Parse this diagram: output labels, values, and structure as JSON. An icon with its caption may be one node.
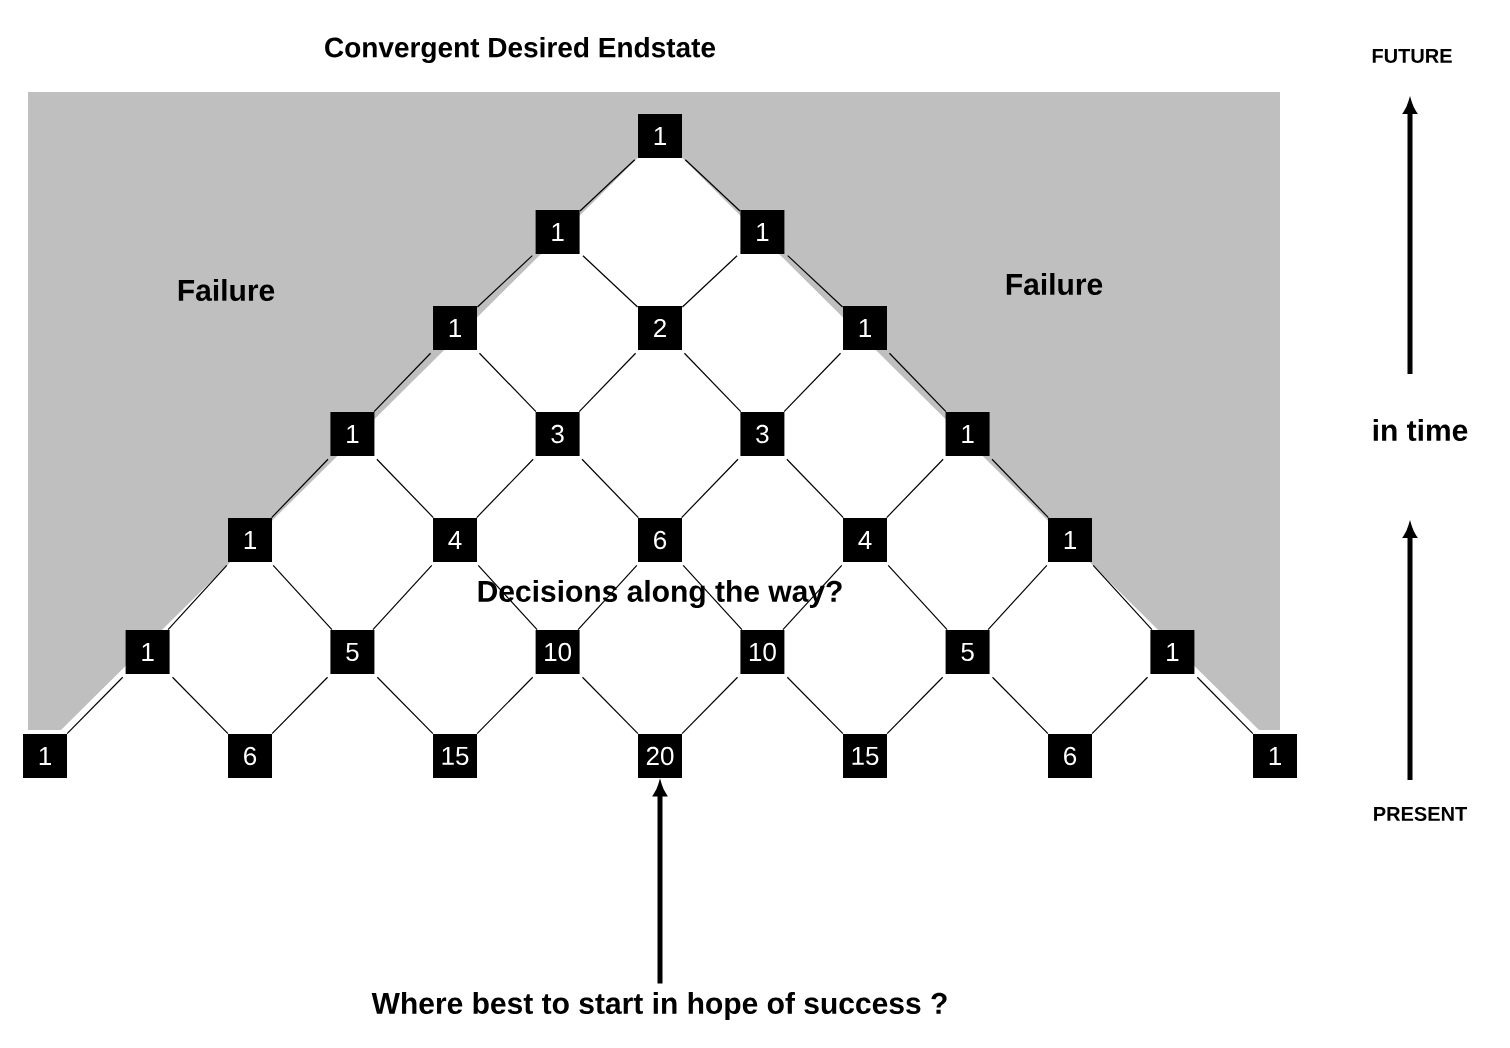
{
  "diagram": {
    "title": "Convergent Desired Endstate",
    "nodes": [
      {
        "text": [
          "1"
        ]
      },
      {
        "text": [
          "1"
        ]
      },
      {
        "text": [
          "1"
        ]
      },
      {
        "text": [
          "1"
        ]
      },
      {
        "text": [
          "2"
        ]
      },
      {
        "text": [
          "1"
        ]
      },
      {
        "text": [
          "1"
        ]
      },
      {
        "text": [
          "3"
        ]
      },
      {
        "text": [
          "3"
        ]
      },
      {
        "text": [
          "1"
        ]
      },
      {
        "text": [
          "1"
        ]
      },
      {
        "text": [
          "4"
        ]
      },
      {
        "text": [
          "6"
        ]
      },
      {
        "text": [
          "4"
        ]
      },
      {
        "text": [
          "1"
        ]
      },
      {
        "text": [
          "1"
        ]
      },
      {
        "text": [
          "5"
        ]
      },
      {
        "text": [
          "10"
        ]
      },
      {
        "text": [
          "10"
        ]
      },
      {
        "text": [
          "5"
        ]
      },
      {
        "text": [
          "1"
        ]
      },
      {
        "text": [
          "1"
        ]
      },
      {
        "text": [
          "6"
        ]
      },
      {
        "text": [
          "15"
        ]
      },
      {
        "text": [
          "20"
        ]
      },
      {
        "text": [
          "15"
        ]
      },
      {
        "text": [
          "6"
        ]
      },
      {
        "text": [
          "1"
        ]
      },
      {
        "text": [
          "Where best to start in hope of success ?"
        ]
      }
    ],
    "edges": [
      {
        "from": 0,
        "to": 1,
        "arrow": "none"
      },
      {
        "from": 0,
        "to": 2,
        "arrow": "none"
      },
      {
        "from": 1,
        "to": 3,
        "arrow": "none"
      },
      {
        "from": 1,
        "to": 4,
        "arrow": "none"
      },
      {
        "from": 2,
        "to": 4,
        "arrow": "none"
      },
      {
        "from": 2,
        "to": 5,
        "arrow": "none"
      },
      {
        "from": 3,
        "to": 6,
        "arrow": "none"
      },
      {
        "from": 3,
        "to": 7,
        "arrow": "none"
      },
      {
        "from": 4,
        "to": 7,
        "arrow": "none"
      },
      {
        "from": 4,
        "to": 8,
        "arrow": "none"
      },
      {
        "from": 5,
        "to": 8,
        "arrow": "none"
      },
      {
        "from": 5,
        "to": 9,
        "arrow": "none"
      },
      {
        "from": 6,
        "to": 10,
        "arrow": "none"
      },
      {
        "from": 6,
        "to": 11,
        "arrow": "none"
      },
      {
        "from": 7,
        "to": 11,
        "arrow": "none"
      },
      {
        "from": 7,
        "to": 12,
        "arrow": "none"
      },
      {
        "from": 8,
        "to": 12,
        "arrow": "none"
      },
      {
        "from": 8,
        "to": 13,
        "arrow": "none"
      },
      {
        "from": 9,
        "to": 13,
        "arrow": "none"
      },
      {
        "from": 9,
        "to": 14,
        "arrow": "none"
      },
      {
        "from": 10,
        "to": 15,
        "arrow": "none"
      },
      {
        "from": 10,
        "to": 16,
        "arrow": "none"
      },
      {
        "from": 11,
        "to": 16,
        "arrow": "none"
      },
      {
        "from": 11,
        "to": 17,
        "arrow": "none"
      },
      {
        "from": 12,
        "to": 17,
        "arrow": "none"
      },
      {
        "from": 12,
        "to": 18,
        "arrow": "none"
      },
      {
        "from": 13,
        "to": 18,
        "arrow": "none"
      },
      {
        "from": 13,
        "to": 19,
        "arrow": "none"
      },
      {
        "from": 14,
        "to": 19,
        "arrow": "none"
      },
      {
        "from": 14,
        "to": 20,
        "arrow": "none"
      },
      {
        "from": 15,
        "to": 21,
        "arrow": "none"
      },
      {
        "from": 15,
        "to": 22,
        "arrow": "none"
      },
      {
        "from": 16,
        "to": 22,
        "arrow": "none"
      },
      {
        "from": 16,
        "to": 23,
        "arrow": "none"
      },
      {
        "from": 17,
        "to": 23,
        "arrow": "none"
      },
      {
        "from": 17,
        "to": 24,
        "arrow": "none"
      },
      {
        "from": 18,
        "to": 24,
        "arrow": "none"
      },
      {
        "from": 18,
        "to": 25,
        "arrow": "none"
      },
      {
        "from": 19,
        "to": 25,
        "arrow": "none"
      },
      {
        "from": 19,
        "to": 26,
        "arrow": "none"
      },
      {
        "from": 20,
        "to": 26,
        "arrow": "none"
      },
      {
        "from": 20,
        "to": 27,
        "arrow": "none"
      },
      {
        "from": 28,
        "to": 24,
        "arrow": "to",
        "style": "thick"
      }
    ],
    "labels": [
      "FUTURE",
      "Failure",
      "Failure",
      "in time",
      "Decisions along the way?",
      "PRESENT"
    ]
  }
}
